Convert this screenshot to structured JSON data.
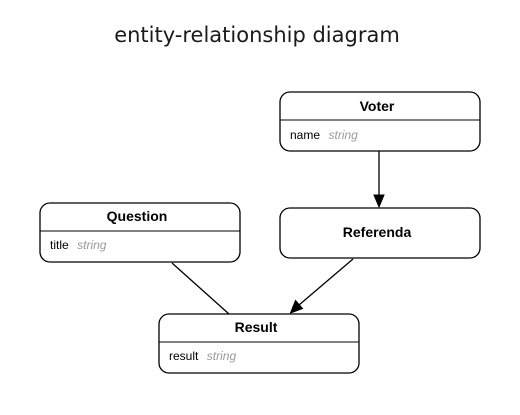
{
  "title": "entity-relationship diagram",
  "entities": {
    "voter": {
      "name": "Voter",
      "attributes": [
        {
          "name": "name",
          "type": "string"
        }
      ]
    },
    "question": {
      "name": "Question",
      "attributes": [
        {
          "name": "title",
          "type": "string"
        }
      ]
    },
    "referenda": {
      "name": "Referenda",
      "attributes": []
    },
    "result": {
      "name": "Result",
      "attributes": [
        {
          "name": "result",
          "type": "string"
        }
      ]
    }
  },
  "relationships": [
    {
      "from": "Voter",
      "to": "Referenda",
      "arrow": true
    },
    {
      "from": "Question",
      "to": "Result",
      "arrow": false
    },
    {
      "from": "Referenda",
      "to": "Result",
      "arrow": true
    }
  ]
}
